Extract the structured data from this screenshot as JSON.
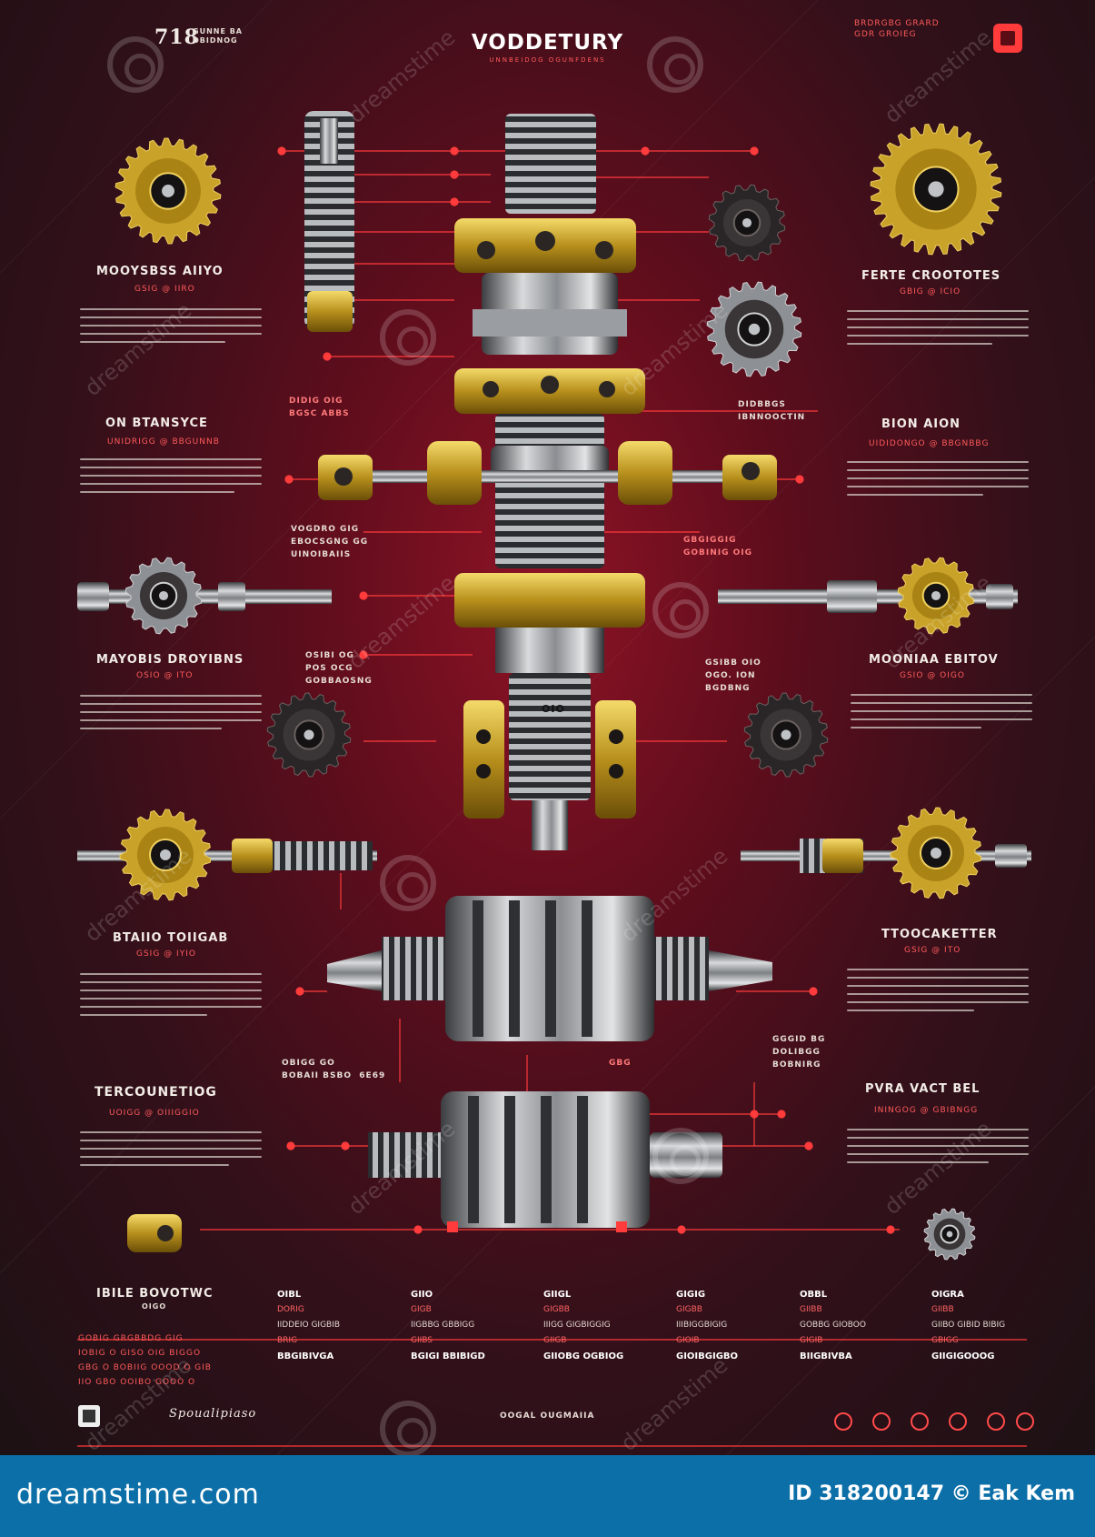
{
  "header": {
    "title": "VODDETURY",
    "subtitle": "UNNBEIDOG OGUNFDENS",
    "top_left_number": "718",
    "top_left_text": "GUNNE BA\nOBIDNOG",
    "top_right_text": "BRDRGBG GRARD\nGDR GROIEG"
  },
  "sections": {
    "left": [
      {
        "heading": "MOOYSBSS AIIYO",
        "sub": "GSIG  @  IIRO"
      },
      {
        "heading": "ON BTANSYCE",
        "sub": "UNIDRIGG  @  BBGUNNB"
      },
      {
        "heading": "MAYOBIS DROYIBNS",
        "sub": "OSIO  @  ITO"
      },
      {
        "heading": "BTAIIO TOIIGAB",
        "sub": "GSIG  @  IYIO"
      },
      {
        "heading": "TERCOUNETIOG",
        "sub": "UOIGG  @  OIIIGGIO"
      }
    ],
    "right": [
      {
        "heading": "FERTE CROOTOTES",
        "sub": "GBIG  @  ICIO"
      },
      {
        "heading": "BION AION",
        "sub": "UIDIDONGO  @  BBGNBBG"
      },
      {
        "heading": "MOONIAA EBITOV",
        "sub": "GSIO  @  OIGO"
      },
      {
        "heading": "TTOOCAKETTER",
        "sub": "GSIG  @  ITO"
      },
      {
        "heading": "PVRA VACT BEL",
        "sub": "ININGOG  @  GBIBNGG"
      }
    ]
  },
  "callouts": {
    "c1": "DIDIG OIG\nBGSC ABBS",
    "c2": "DIDBBGS\nIBNNOOCTIN",
    "c3": "VOGDRO GIG\nEBOCSGNG GG\nUINOIBAIIS",
    "c4": "GBGIGGIG\nGOBINIG OIG",
    "c5": "OSIBI OG\nPOS OCG\nGOBBAOSNG",
    "c6": "GSIBB OIO\nOGO. ION\nBGDBNG",
    "c7": "OBIGG GO\nBOBAII BSBO  6E69",
    "c8": "GGGID BG\nDOLIBGG\nBOBNIRG",
    "c9": "OIO",
    "c10": "GBG"
  },
  "table": {
    "intro": {
      "heading": "IBILE BOVOTWC",
      "sub": "OIGO",
      "rows": [
        "GOBIG GRGBBDG GIG",
        "IOBIG O GISO OIG BIGGO",
        "GBG O BOBIIG OOOD O GIB",
        "IIO GBO OOIBO GOOO O"
      ]
    },
    "columns": [
      {
        "h": "OIBL",
        "a": "DORIG",
        "b": "IIDDEIO GIGBIB",
        "c": "BRIG",
        "d": "BBGIBIVGA"
      },
      {
        "h": "GIIO",
        "a": "GIGB",
        "b": "IIGBBG GBBIGG",
        "c": "GIIBS",
        "d": "BGIGI BBIBIGD"
      },
      {
        "h": "GIIGL",
        "a": "GIGBB",
        "b": "IIIGG GIGBIGGIG",
        "c": "GIIGB",
        "d": "GIIOBG OGBIOG"
      },
      {
        "h": "GIGIG",
        "a": "GIGBB",
        "b": "IIIBIGGBIGIG",
        "c": "GIOIB",
        "d": "GIOIBGIGBO"
      },
      {
        "h": "OBBL",
        "a": "GIIBB",
        "b": "GOBBG GIOBOO",
        "c": "GIGIB",
        "d": "BIIGBIVBA"
      },
      {
        "h": "OIGRA",
        "a": "GIIBB",
        "b": "GIIBO GIBID BIBIG",
        "c": "GBIGG",
        "d": "GIIGIGOOOG"
      }
    ],
    "bottom_center": "OOGAL OUGMAIIA",
    "signature": "Spoualipiaso"
  },
  "watermark": {
    "text": "dreamstime",
    "brand": "dreamstime.com",
    "id_line": "ID 318200147 © Eak Kem"
  },
  "colors": {
    "accent": "#ff3b3b",
    "gold": "#c9a22a",
    "steel": "#b8bcc0",
    "bg_dark": "#1c1114",
    "bg_red": "#8e1326",
    "footer_blue": "#0c6fa8"
  }
}
